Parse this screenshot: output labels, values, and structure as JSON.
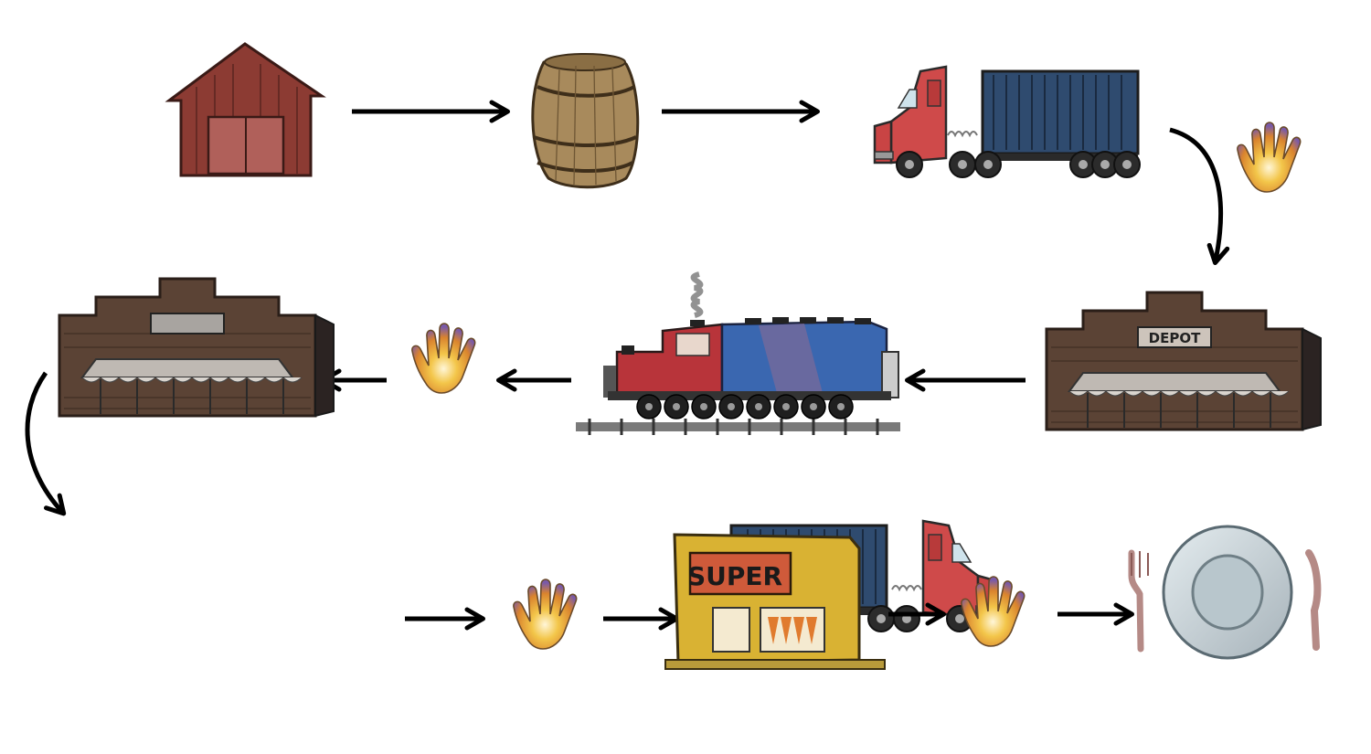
{
  "diagram": {
    "type": "supply-chain-flow",
    "depot_sign": "DEPOT",
    "store_sign": "SUPER",
    "nodes": [
      {
        "id": "barn",
        "icon": "barn-icon"
      },
      {
        "id": "barrel",
        "icon": "barrel-icon"
      },
      {
        "id": "truck-1",
        "icon": "semi-truck-icon"
      },
      {
        "id": "hand-1",
        "icon": "hand-icon"
      },
      {
        "id": "depot-1",
        "icon": "depot-building-icon"
      },
      {
        "id": "train",
        "icon": "locomotive-icon"
      },
      {
        "id": "hand-2",
        "icon": "hand-icon"
      },
      {
        "id": "depot-2",
        "icon": "depot-building-icon"
      },
      {
        "id": "truck-2",
        "icon": "semi-truck-icon"
      },
      {
        "id": "hand-3",
        "icon": "hand-icon"
      },
      {
        "id": "supermarket",
        "icon": "supermarket-icon"
      },
      {
        "id": "hand-4",
        "icon": "hand-icon"
      },
      {
        "id": "plate",
        "icon": "plate-cutlery-icon"
      }
    ],
    "colors": {
      "barn": "#8c3b33",
      "barrel": "#a88a5c",
      "truck_cab": "#cf4a4a",
      "container": "#2e4a6e",
      "depot": "#5b4335",
      "train_red": "#b8343a",
      "train_blue": "#3a67b0",
      "hand": "#e6b84a",
      "store": "#d9b233",
      "plate": "#c9d2d6",
      "arrow": "#000000"
    }
  }
}
